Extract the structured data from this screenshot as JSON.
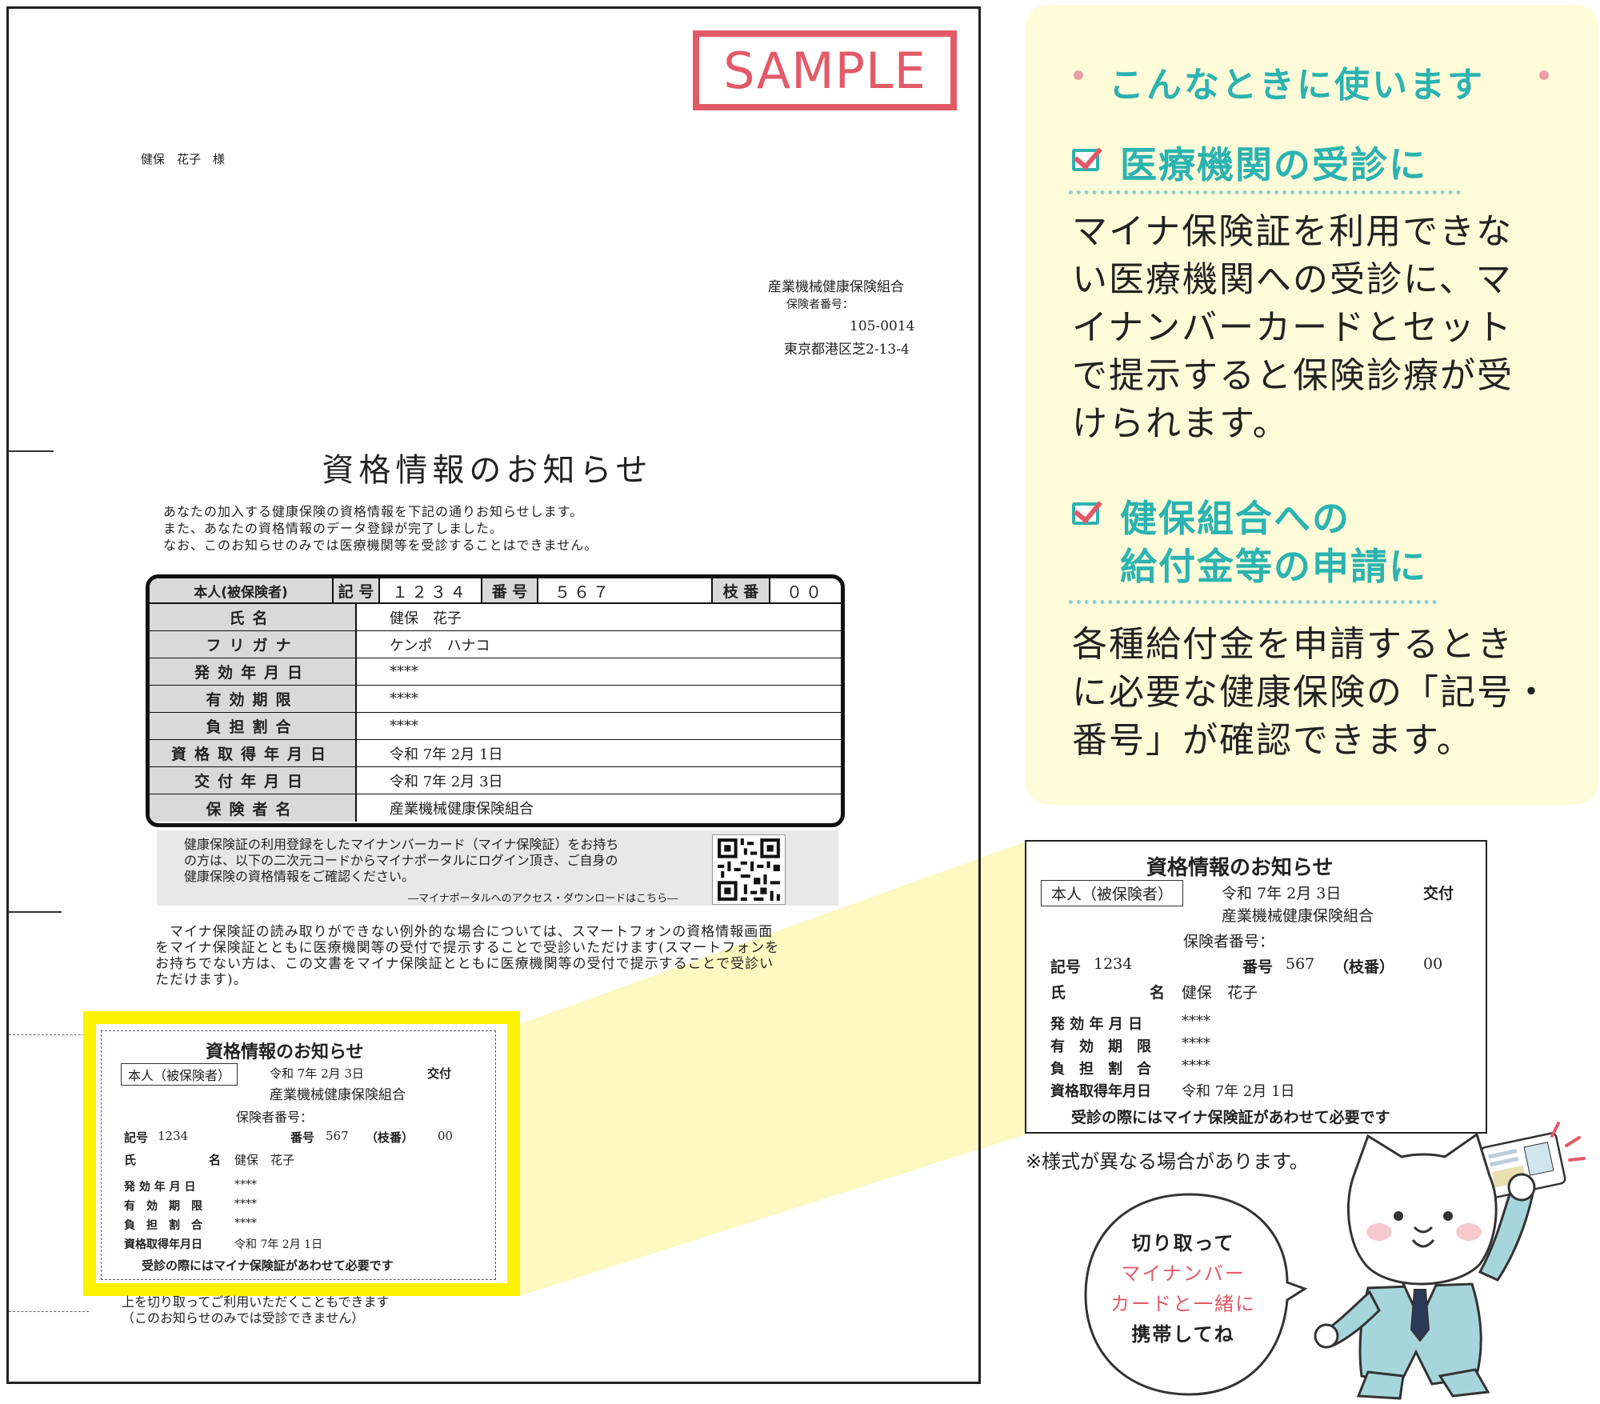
{
  "document": {
    "sample_stamp": "SAMPLE",
    "addressee": "健保　花子　様",
    "issuer": {
      "name": "産業機械健康保険組合",
      "insurer_number_label": "保険者番号：",
      "postal": "105-0014",
      "address": "東京都港区芝2-13-4"
    },
    "title": "資格情報のお知らせ",
    "intro": [
      "あなたの加入する健康保険の資格情報を下記の通りお知らせします。",
      "また、あなたの資格情報のデータ登録が完了しました。",
      "なお、このお知らせのみでは医療機関等を受診することはできません。"
    ],
    "table": {
      "header": {
        "person_label": "本人(被保険者)",
        "kigo_label": "記 号",
        "kigo_value": "１２３４",
        "bango_label": "番 号",
        "bango_value": "５６７",
        "edaban_label": "枝 番",
        "edaban_value": "００"
      },
      "rows": [
        {
          "label": "氏名",
          "value": "健保　花子"
        },
        {
          "label": "フリガナ",
          "value": "ケンポ　ハナコ"
        },
        {
          "label": "発効年月日",
          "value": "****"
        },
        {
          "label": "有効期限",
          "value": "****"
        },
        {
          "label": "負担割合",
          "value": "****"
        },
        {
          "label": "資格取得年月日",
          "value": "令和 7年 2月 1日"
        },
        {
          "label": "交付年月日",
          "value": "令和 7年 2月 3日"
        },
        {
          "label": "保険者名",
          "value": "産業機械健康保険組合"
        }
      ]
    },
    "qr_notice": [
      "健康保険証の利用登録をしたマイナンバーカード（マイナ保険証）をお持ち",
      "の方は、以下の二次元コードからマイナポータルにログイン頂き、ご自身の",
      "健康保険の資格情報をご確認ください。"
    ],
    "qr_caption": "―マイナポータルへのアクセス・ダウンロードはこちら―",
    "exception_note": [
      "　マイナ保険証の読み取りができない例外的な場合については、スマートフォンの資格情報画面",
      "をマイナ保険証とともに医療機関等の受付で提示することで受診いただけます(スマートフォンを",
      "お持ちでない方は、この文書をマイナ保険証とともに医療機関等の受付で提示することで受診い",
      "ただけます)。"
    ],
    "cut_note": [
      "上を切り取ってご利用いただくこともできます",
      "（このお知らせのみでは受診できません）"
    ]
  },
  "card": {
    "title": "資格情報のお知らせ",
    "person_label": "本人（被保険者）",
    "issue_date": "令和 7年 2月 3日",
    "issue_suffix": "交付",
    "insurer": "産業機械健康保険組合",
    "insurer_number_label": "保険者番号：",
    "kigo_label": "記号",
    "kigo_value": "1234",
    "bango_label": "番号",
    "bango_value": "567",
    "edaban_label": "（枝番）",
    "edaban_value": "00",
    "name_label_1": "氏",
    "name_label_2": "名",
    "name_value": "健保　花子",
    "rows": [
      {
        "label": "発 効 年 月 日",
        "value": "****"
      },
      {
        "label": "有　効　期　限",
        "value": "****"
      },
      {
        "label": "負　担　割　合",
        "value": "****"
      },
      {
        "label": "資格取得年月日",
        "value": "令和 7年 2月 1日"
      }
    ],
    "footer": "受診の際にはマイナ保険証があわせて必要です"
  },
  "panel": {
    "heading": "こんなときに使います",
    "item1_title": "医療機関の受診に",
    "item1_body": [
      "マイナ保険証を利用できな",
      "い医療機関への受診に、マ",
      "イナンバーカードとセット",
      "で提示すると保険診療が受",
      "けられます。"
    ],
    "item2_title_1": "健保組合への",
    "item2_title_2": "給付金等の申請に",
    "item2_body": [
      "各種給付金を申請するとき",
      "に必要な健康保険の「記号・",
      "番号」が確認できます。"
    ],
    "accent_teal": "#2bb3b1",
    "accent_pink": "#e35a67",
    "panel_bg": "#fefbd8"
  },
  "variant_note": "※様式が異なる場合があります。",
  "bubble": {
    "line1": "切り取って",
    "line2": "マイナンバー",
    "line3": "カードと一緒に",
    "line4": "携帯してね"
  },
  "icons": [
    "checkbox-icon",
    "qr-code-icon",
    "cat-mascot-icon"
  ]
}
